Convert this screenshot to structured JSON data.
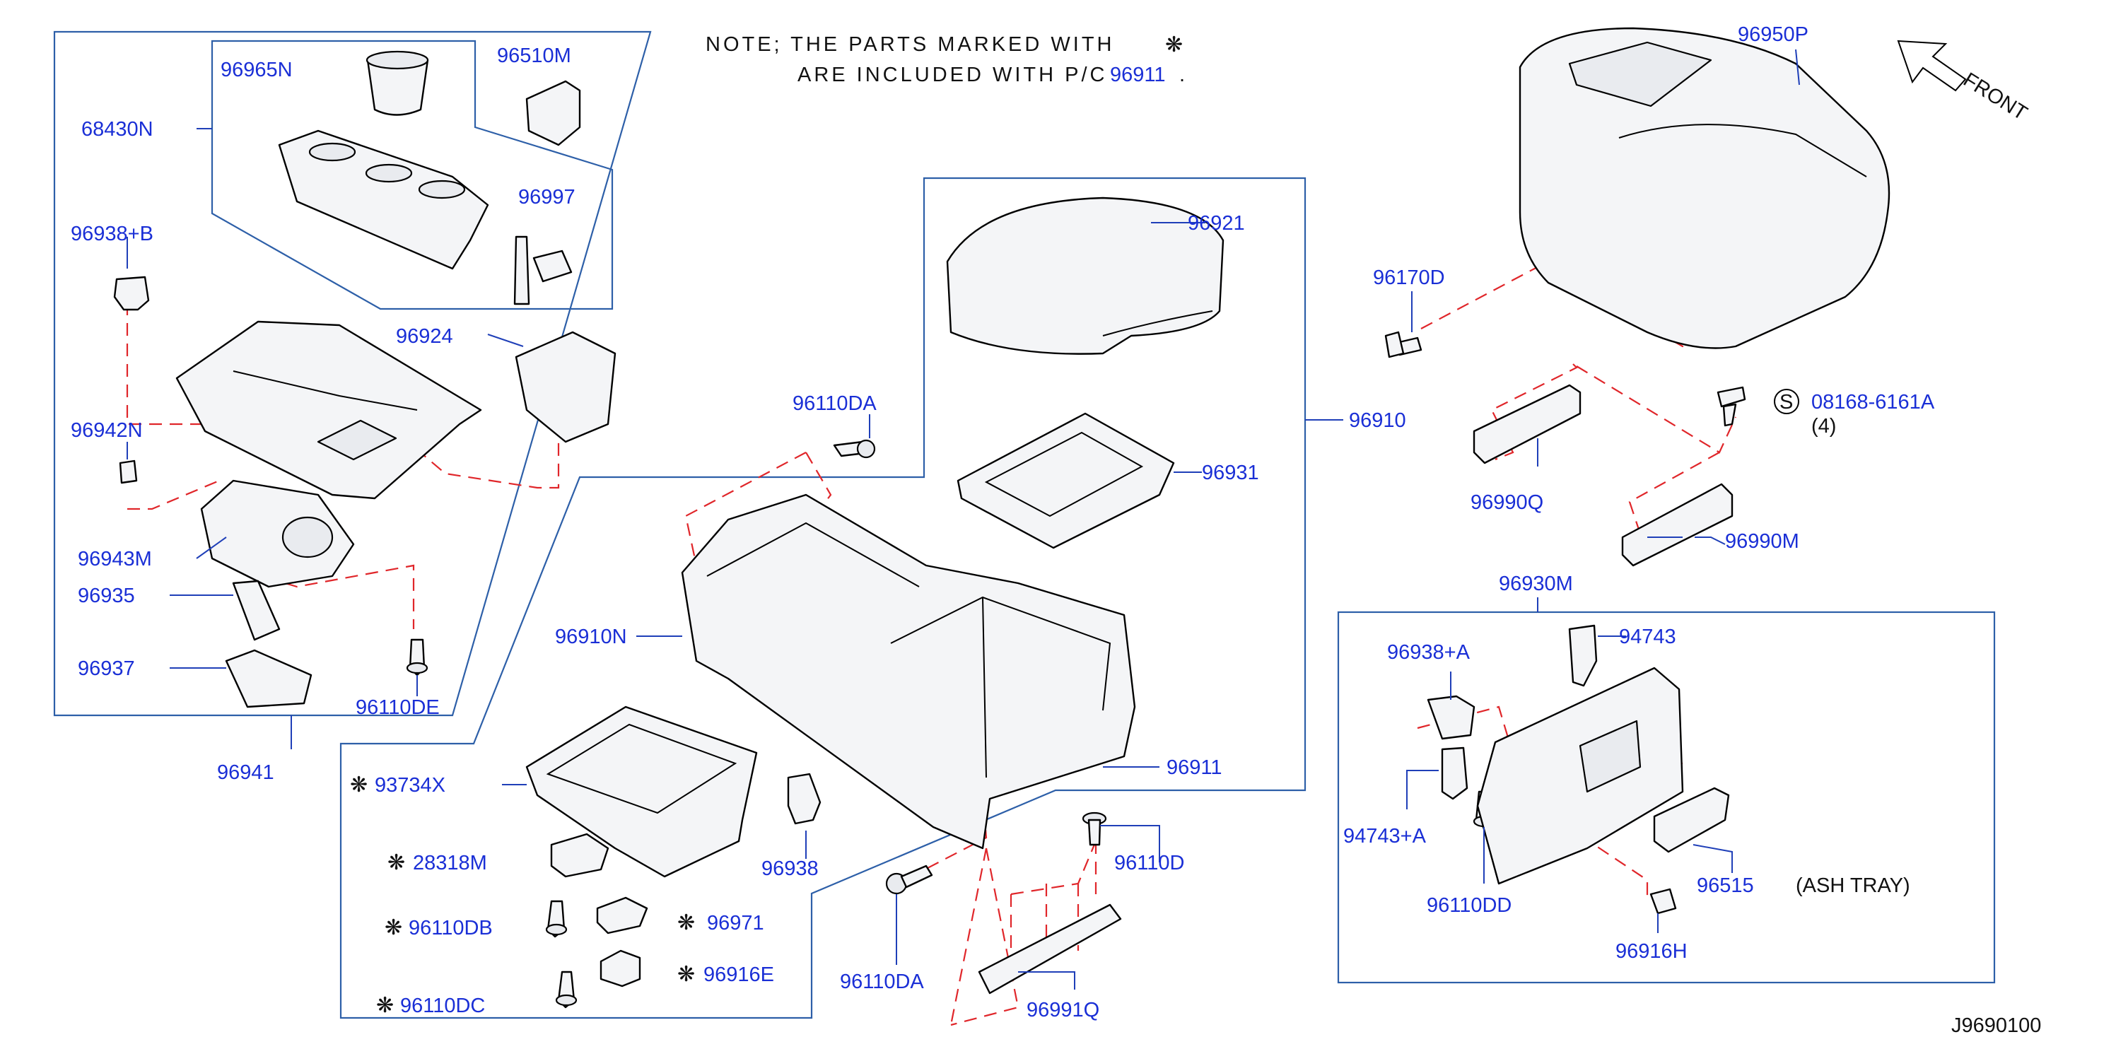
{
  "note": {
    "line1_prefix": "NOTE;  THE  PARTS  MARKED  WITH",
    "marker": "❋",
    "line2_prefix": "ARE  INCLUDED  WITH  P/C",
    "line2_part": "96911",
    "line2_suffix": "."
  },
  "front_label": "FRONT",
  "diagram_id": "J9690100",
  "ash_tray_note": "(ASH   TRAY)",
  "qty_note": "(4)",
  "s_symbol": "S",
  "labels": {
    "p68430N": "68430N",
    "p96965N": "96965N",
    "p96510M": "96510M",
    "p96997": "96997",
    "p96938B": "96938+B",
    "p96924": "96924",
    "p96942N": "96942N",
    "p96943M": "96943M",
    "p96935": "96935",
    "p96937": "96937",
    "p96110DE": "96110DE",
    "p96941": "96941",
    "p96110DA_top": "96110DA",
    "p96921": "96921",
    "p96910": "96910",
    "p96931": "96931",
    "p96910N": "96910N",
    "p96911": "96911",
    "p93734X": "93734X",
    "p28318M": "28318M",
    "p96110DB": "96110DB",
    "p96971": "96971",
    "p96916E": "96916E",
    "p96110DC": "96110DC",
    "p96938": "96938",
    "p96110DA_bottom": "96110DA",
    "p96110D": "96110D",
    "p96991Q": "96991Q",
    "p96950P": "96950P",
    "p96170D": "96170D",
    "p08168": "08168-6161A",
    "p96990Q": "96990Q",
    "p96990M": "96990M",
    "p96930M": "96930M",
    "p96938A": "96938+A",
    "p94743": "94743",
    "p94743A": "94743+A",
    "p96110DD": "96110DD",
    "p96515": "96515",
    "p96916H": "96916H"
  },
  "colors": {
    "label_blue": "#1a2fd6",
    "frame_blue": "#2d5fa8",
    "dashed_red": "#e0262a"
  }
}
